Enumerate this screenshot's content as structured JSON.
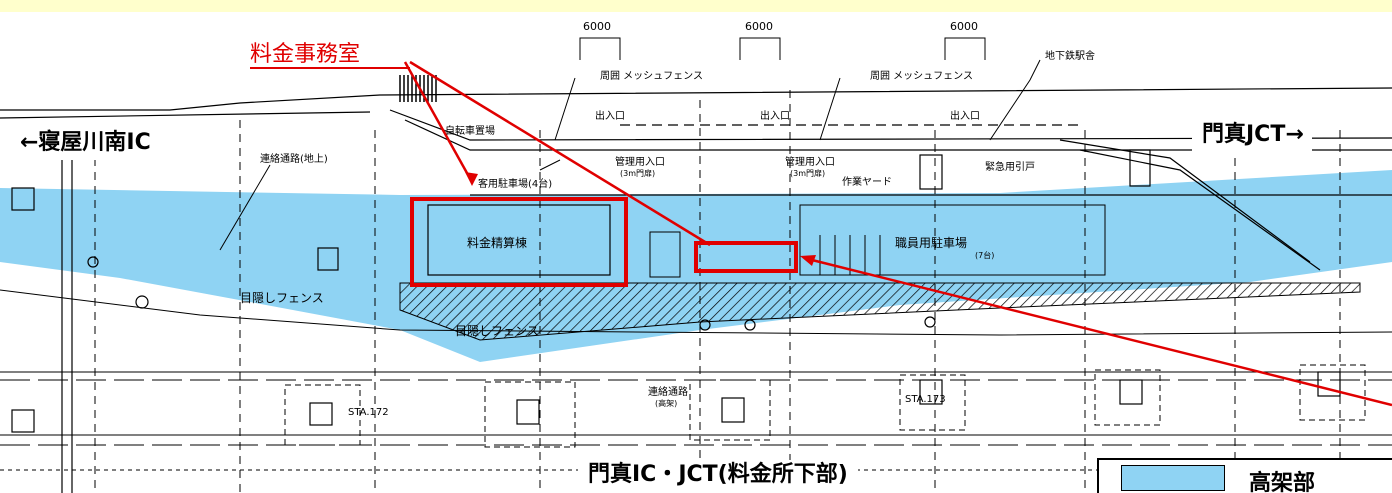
{
  "labels": {
    "toll_office": "料金事務室",
    "left_direction": "←寝屋川南IC",
    "right_direction": "門真JCT→",
    "caption": "門真IC・JCT(料金所下部)"
  },
  "legend": {
    "label": "高架部",
    "color": "#8fd3f3"
  },
  "dimensions": [
    "6000",
    "6000",
    "6000"
  ],
  "drawing_notes": {
    "fence_1": "周囲 メッシュフェンス",
    "fence_2": "周囲 メッシュフェンス",
    "subway_station": "地下鉄駅舎",
    "bicycle_parking": "自転車置場",
    "access_road": "連絡通路(地上)",
    "entrance_1": "出入口",
    "entrance_2": "出入口",
    "entrance_3": "出入口",
    "mgmt_entrance_1": "管理用入口",
    "mgmt_entrance_1_note": "(3m門扉)",
    "mgmt_entrance_2": "管理用入口",
    "mgmt_entrance_2_note": "(3m門扉)",
    "guest_parking": "客用駐車場(4台)",
    "work_area": "作業ヤード",
    "emergency_door": "緊急用引戸",
    "toll_building": "料金精算棟",
    "staff_parking": "職員用駐車場",
    "staff_parking_count": "(7台)",
    "screen_fence_1": "目隠しフェンス",
    "screen_fence_2": "目隠しフェンス",
    "sta_172": "STA.172",
    "sta_173": "STA.173",
    "connecting_road": "連絡通路",
    "connecting_road_note": "(高架)"
  },
  "colors": {
    "elevated": "#8fd3f3",
    "highlight": "#e00000",
    "header_strip": "#ffffcc"
  }
}
